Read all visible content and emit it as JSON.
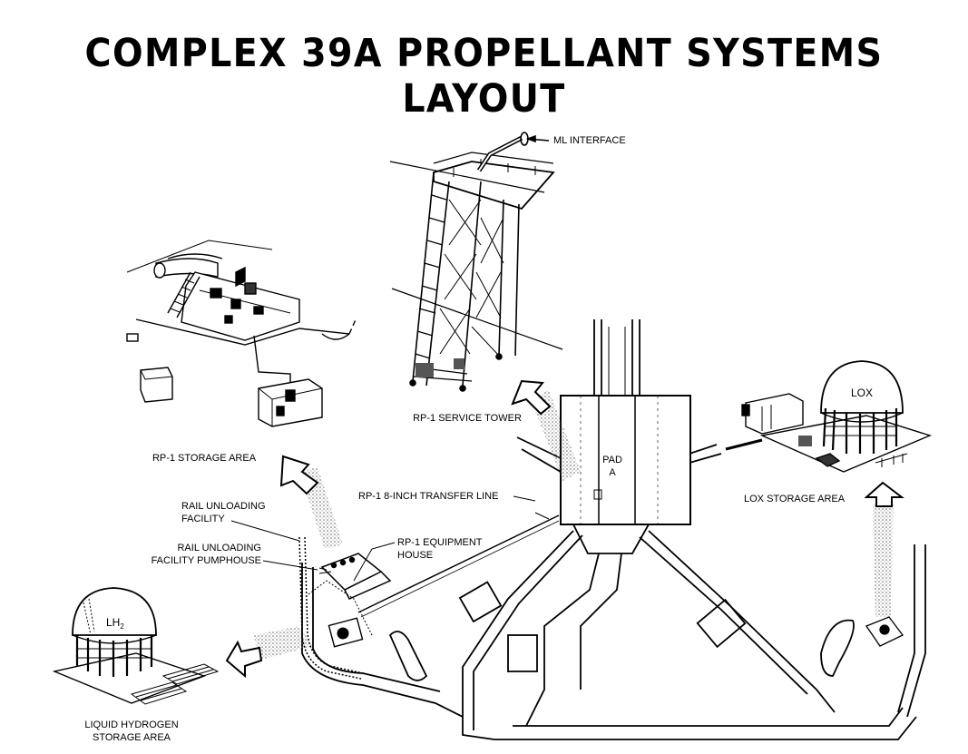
{
  "title": "COMPLEX 39A PROPELLANT SYSTEMS LAYOUT",
  "labels": {
    "ml_interface": "ML INTERFACE",
    "service_tower": "RP-1 SERVICE TOWER",
    "storage_area": "RP-1 STORAGE AREA",
    "rail_unloading_line1": "RAIL UNLOADING",
    "rail_unloading_line2": "FACILITY",
    "pumphouse_line1": "RAIL UNLOADING",
    "pumphouse_line2": "FACILITY PUMPHOUSE",
    "transfer_line": "RP-1 8-INCH TRANSFER LINE",
    "equipment_house_line1": "RP-1 EQUIPMENT",
    "equipment_house_line2": "HOUSE",
    "pad_line1": "PAD",
    "pad_line2": "A",
    "lox_tank": "LOX",
    "lox_storage": "LOX STORAGE AREA",
    "lh2_tank": "LH",
    "lh2_subscript": "2",
    "lh2_storage_line1": "LIQUID HYDROGEN",
    "lh2_storage_line2": "STORAGE AREA"
  }
}
